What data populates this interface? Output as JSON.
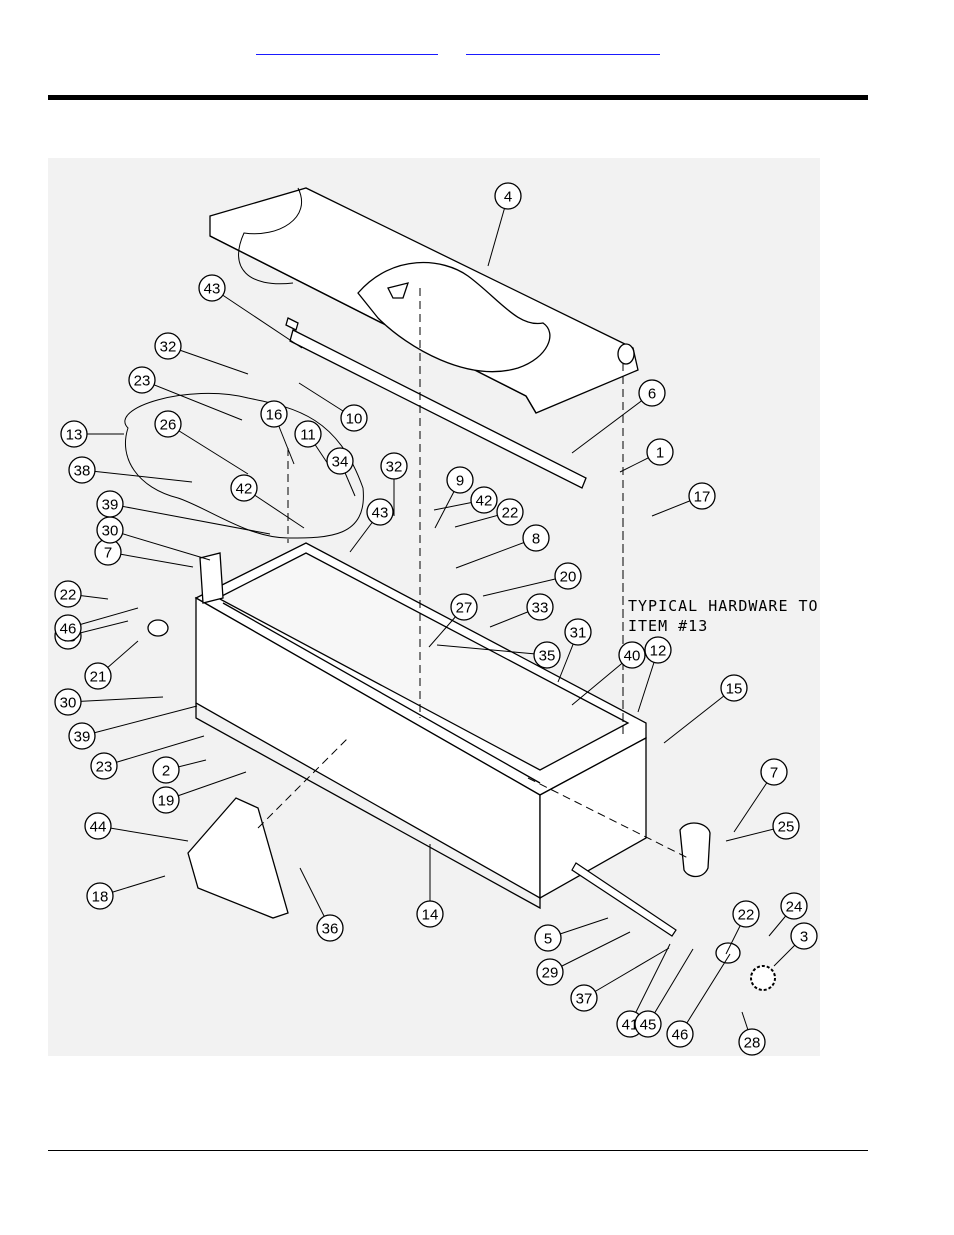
{
  "header": {
    "links": [
      {
        "id": "link-left",
        "text": ""
      },
      {
        "id": "link-right",
        "text": ""
      }
    ]
  },
  "diagram": {
    "note_lines": [
      "TYPICAL HARDWARE TO",
      "ITEM #13"
    ],
    "callouts": [
      "1",
      "2",
      "3",
      "4",
      "5",
      "6",
      "7",
      "7",
      "8",
      "9",
      "10",
      "11",
      "12",
      "13",
      "14",
      "15",
      "16",
      "17",
      "18",
      "19",
      "20",
      "21",
      "22",
      "22",
      "22",
      "23",
      "23",
      "24",
      "25",
      "26",
      "27",
      "28",
      "29",
      "30",
      "30",
      "31",
      "32",
      "32",
      "33",
      "34",
      "35",
      "36",
      "37",
      "38",
      "39",
      "39",
      "40",
      "41",
      "42",
      "42",
      "43",
      "43",
      "44",
      "45",
      "45",
      "46",
      "46"
    ]
  }
}
